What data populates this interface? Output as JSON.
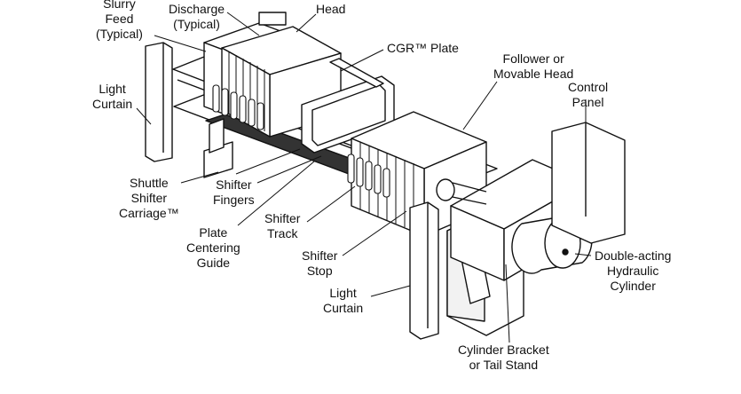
{
  "labels": {
    "slurry_feed": [
      "Slurry",
      "Feed",
      "(Typical)"
    ],
    "discharge": [
      "Discharge",
      "(Typical)"
    ],
    "head": [
      "Head"
    ],
    "cgr_plate": [
      "CGR™ Plate"
    ],
    "follower": [
      "Follower or",
      "Movable Head"
    ],
    "control_panel": [
      "Control",
      "Panel"
    ],
    "light_curtain_left": [
      "Light",
      "Curtain"
    ],
    "shuttle_shifter": [
      "Shuttle",
      "Shifter",
      "Carriage™"
    ],
    "shifter_fingers": [
      "Shifter",
      "Fingers"
    ],
    "plate_centering": [
      "Plate",
      "Centering",
      "Guide"
    ],
    "shifter_track": [
      "Shifter",
      "Track"
    ],
    "shifter_stop": [
      "Shifter",
      "Stop"
    ],
    "light_curtain_right": [
      "Light",
      "Curtain"
    ],
    "hydraulic_cylinder": [
      "Double-acting",
      "Hydraulic",
      "Cylinder"
    ],
    "tail_stand": [
      "Cylinder Bracket",
      "or Tail Stand"
    ]
  }
}
